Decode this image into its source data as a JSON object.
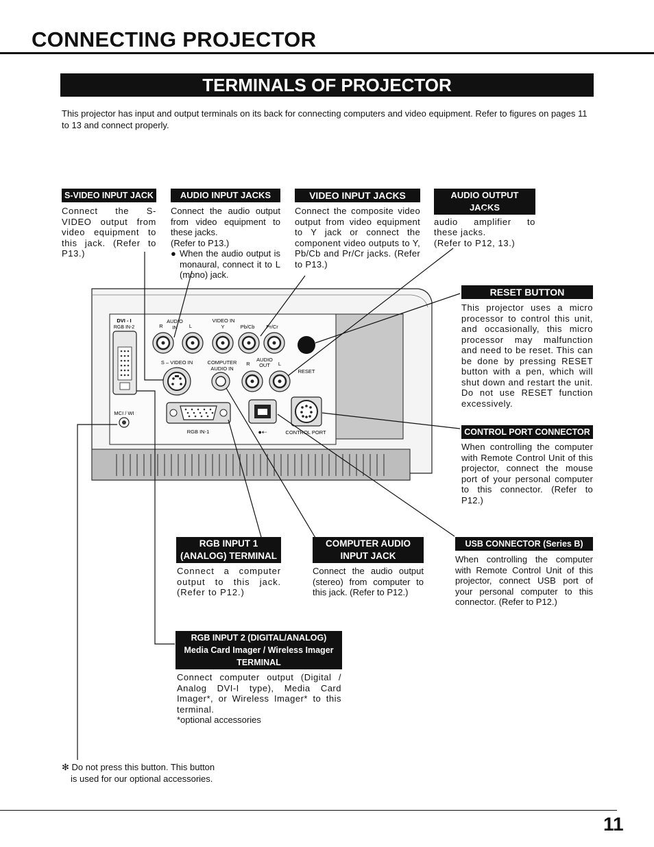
{
  "page": {
    "title": "CONNECTING PROJECTOR",
    "section_title": "TERMINALS OF PROJECTOR",
    "intro": "This projector has input and output terminals on its back for connecting computers and video equipment.  Refer to figures on pages 11 to 13 and connect properly.",
    "page_number": "11"
  },
  "callouts": {
    "svideo": {
      "label": "S-VIDEO INPUT JACK",
      "text": "Connect the S-VIDEO output from video equipment to this jack.  (Refer to P13.)"
    },
    "audio_in": {
      "label": "AUDIO INPUT JACKS",
      "text": "Connect the audio output from video equipment to these jacks.",
      "ref": "(Refer to P13.)",
      "bullet": "When the audio output is monaural, connect it to L (mono) jack."
    },
    "video_in": {
      "label": "VIDEO INPUT JACKS",
      "text": "Connect the composite video output from video equipment to Y jack or connect the component video outputs to Y, Pb/Cb and Pr/Cr jacks.  (Refer to P13.)"
    },
    "audio_out": {
      "label": "AUDIO OUTPUT JACKS",
      "text": "Connect an external audio amplifier to these jacks.",
      "ref": "(Refer to P12, 13.)"
    },
    "reset": {
      "label": "RESET BUTTON",
      "text": "This projector uses a micro processor to control this unit, and occasionally, this micro processor may malfunction and need to be reset.  This can be done by pressing RESET button with a pen, which will shut down and restart the unit.  Do not use RESET function excessively."
    },
    "control_port": {
      "label": "CONTROL PORT CONNECTOR",
      "text": "When controlling the computer with Remote Control Unit of this projector, connect the mouse port of your personal computer to this connector.  (Refer to P12.)"
    },
    "rgb1": {
      "label_line1": "RGB INPUT 1",
      "label_line2": "(ANALOG) TERMINAL",
      "text": "Connect a computer output to this jack.  (Refer to P12.)"
    },
    "computer_audio": {
      "label_line1": "COMPUTER AUDIO",
      "label_line2": "INPUT JACK",
      "text": "Connect the audio output (stereo) from computer to this jack.  (Refer to P12.)"
    },
    "usb": {
      "label": "USB CONNECTOR (Series B)",
      "text": "When controlling the computer with Remote Control Unit of this projector, connect USB port of your personal computer to this connector.  (Refer to P12.)"
    },
    "rgb2": {
      "label_line1": "RGB INPUT 2  (DIGITAL/ANALOG)",
      "label_line2": "Media Card Imager / Wireless Imager",
      "label_line3": "TERMINAL",
      "text": "Connect computer output (Digital / Analog DVI-I type), Media Card Imager*, or Wireless Imager* to this terminal.",
      "note": "*optional accessories"
    }
  },
  "panel_labels": {
    "dvi1": "DVI - I",
    "dvi2": "RGB IN-2",
    "audio": "AUDIO",
    "audio_r": "R",
    "audio_in": "IN",
    "audio_l": "L",
    "video_in": "VIDEO IN",
    "y": "Y",
    "pb": "Pb/Cb",
    "pr": "Pr/Cr",
    "svideo": "S – VIDEO IN",
    "comp1": "COMPUTER",
    "comp2": "AUDIO IN",
    "aout1": "AUDIO",
    "aout2": "OUT",
    "aout_r": "R",
    "aout_l": "L",
    "reset": "RESET",
    "mci": "MCI / WI",
    "rgb1": "RGB IN-1",
    "control": "CONTROL  PORT"
  },
  "footnote": {
    "symbol": "✻",
    "line1": "Do not press this button.  This button",
    "line2": "is used for our optional accessories."
  }
}
